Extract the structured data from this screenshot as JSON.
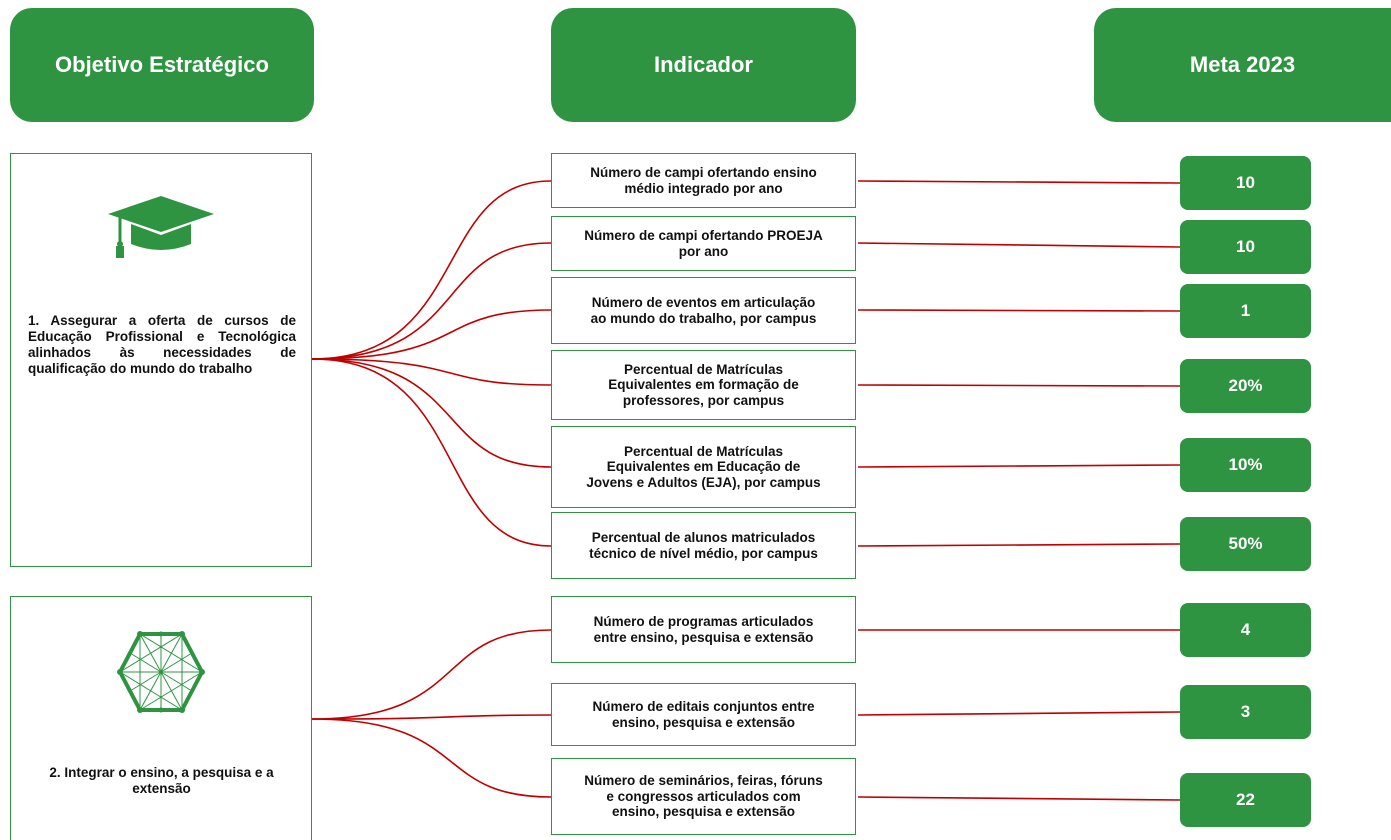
{
  "headers": {
    "objetivo": "Objetivo Estratégico",
    "indicador": "Indicador",
    "meta": "Meta 2023"
  },
  "objectives": [
    {
      "icon": "graduation-cap-icon",
      "text": "1. Assegurar a oferta de cursos de Educação Profissional e Tecnológica alinhados às necessidades de qualificação do mundo do trabalho",
      "indicators": [
        {
          "text": "Número de campi ofertando ensino médio integrado por ano",
          "meta": "10"
        },
        {
          "text": "Número de campi ofertando PROEJA por ano",
          "meta": "10"
        },
        {
          "text": "Número de eventos em articulação ao mundo do trabalho, por campus",
          "meta": "1"
        },
        {
          "text": "Percentual de Matrículas Equivalentes em formação de professores, por campus",
          "meta": "20%"
        },
        {
          "text": "Percentual de Matrículas Equivalentes em Educação de Jovens e Adultos (EJA), por campus",
          "meta": "10%"
        },
        {
          "text": "Percentual de alunos matriculados técnico de nível médio, por campus",
          "meta": "50%"
        }
      ]
    },
    {
      "icon": "network-hexagon-icon",
      "text": "2. Integrar o ensino, a pesquisa e a extensão",
      "indicators": [
        {
          "text": "Número de programas articulados entre ensino, pesquisa e extensão",
          "meta": "4"
        },
        {
          "text": "Número de editais conjuntos entre ensino, pesquisa e extensão",
          "meta": "3"
        },
        {
          "text": "Número de seminários, feiras, fóruns e congressos articulados com ensino, pesquisa e extensão",
          "meta": "22"
        }
      ]
    }
  ],
  "colors": {
    "green": "#2e9441",
    "connector": "#c00000"
  }
}
